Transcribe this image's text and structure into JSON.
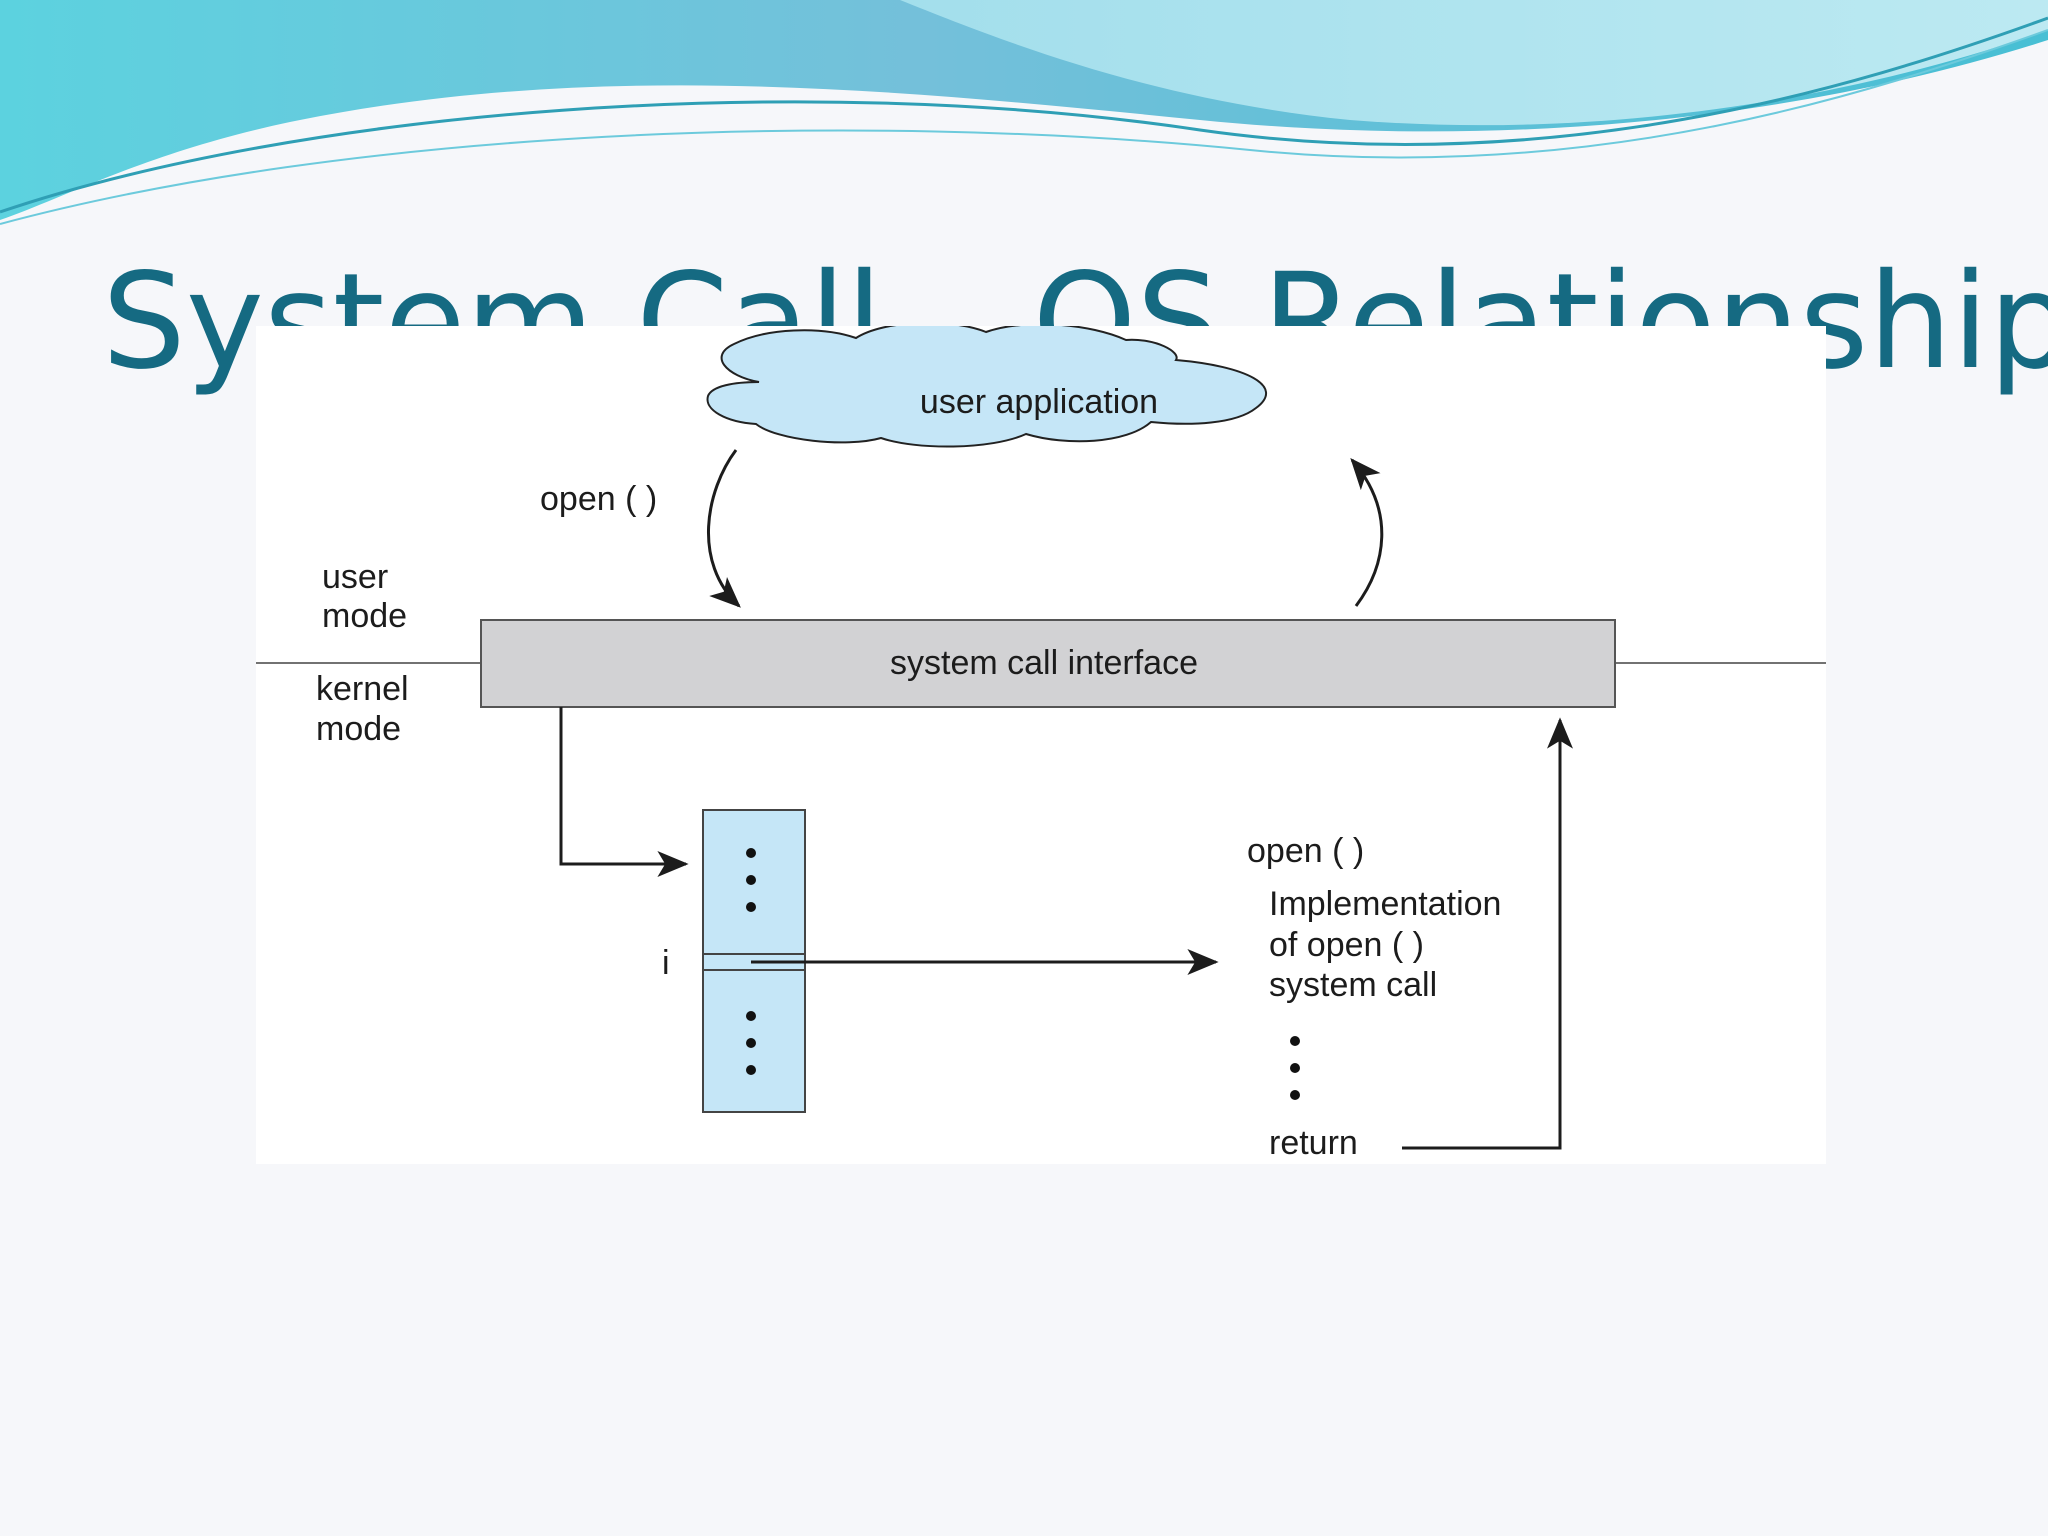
{
  "slide": {
    "title": "System Call – OS Relationship"
  },
  "diagram": {
    "user_application": "user application",
    "call_label": "open ( )",
    "user_mode": [
      "user",
      "mode"
    ],
    "kernel_mode": [
      "kernel",
      "mode"
    ],
    "system_call_interface": "system call interface",
    "table_index": "i",
    "implementation": {
      "header": "open ( )",
      "lines": [
        "Implementation",
        "of open ( )",
        "system call"
      ],
      "return_label": "return"
    }
  },
  "colors": {
    "title": "#156a82",
    "cloud_fill": "#c5e6f7",
    "table_fill": "#c5e6f7",
    "interface_fill": "#d2d2d4",
    "banner_teal": "#3fc4d8",
    "banner_light": "#aee6f0"
  }
}
